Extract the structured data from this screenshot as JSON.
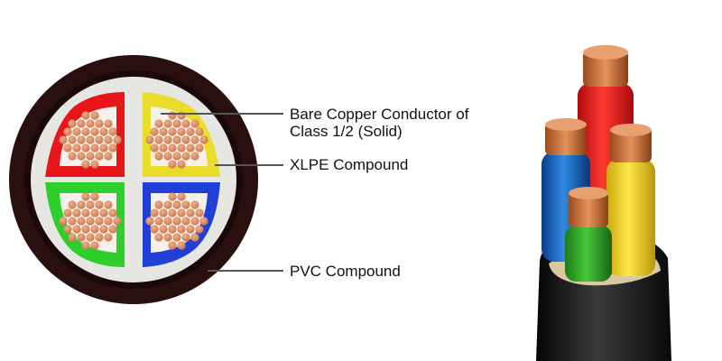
{
  "labels": {
    "conductor_line1": "Bare Copper Conductor of",
    "conductor_line2": "Class 1/2 (Solid)",
    "xlpe": "XLPE Compound",
    "pvc": "PVC Compound"
  },
  "colors": {
    "sheath": "#2a0f0f",
    "bedding": "#e8e8e4",
    "core_red": "#e8161b",
    "core_yellow": "#e9dc2a",
    "core_green": "#2ecf2c",
    "core_blue": "#1f3fd6",
    "copper": "#d98a5a",
    "leader_line": "#555555"
  },
  "icons": [
    "cable-cross-section",
    "cable-photo"
  ]
}
